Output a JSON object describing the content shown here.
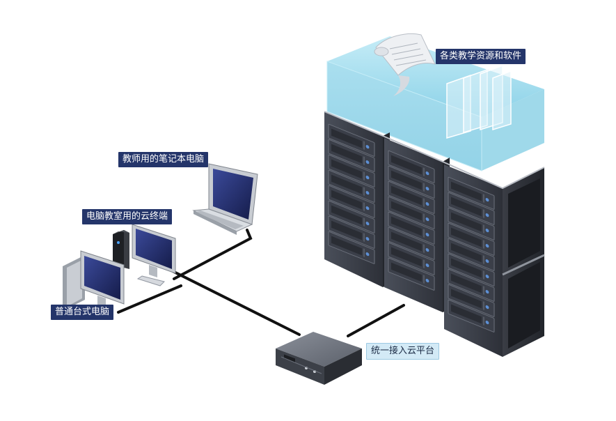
{
  "labels": {
    "resources": "各类教学资源和软件",
    "teacher_laptop": "教师用的笔记本电脑",
    "cloud_terminal": "电脑教室用的云终端",
    "desktop_pc": "普通台式电脑",
    "cloud_platform": "统一接入云平台"
  },
  "colors": {
    "label_dark_bg": "#24356a",
    "label_light_bg": "#d3eaf6",
    "glass_cyan": "#8fd6ea",
    "rack_body": "#3a3e47",
    "cable": "#111111"
  },
  "icons": [
    "server-rack-icon",
    "laptop-icon",
    "thin-client-icon",
    "desktop-monitor-icon",
    "network-switch-icon",
    "document-scroll-icon",
    "glass-panel-icon"
  ]
}
